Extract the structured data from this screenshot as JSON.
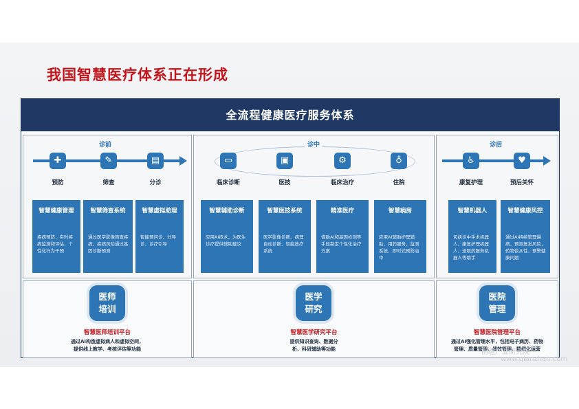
{
  "page_title": "我国智慧医疗体系正在形成",
  "header": "全流程健康医疗服务体系",
  "phases": {
    "pre": "诊前",
    "mid": "诊中",
    "post": "诊后"
  },
  "steps": [
    "预防",
    "筛查",
    "分诊",
    "临床诊断",
    "医技",
    "临床治疗",
    "住院",
    "康复护理",
    "预后关怀"
  ],
  "cards": [
    {
      "title": "智慧健康管理",
      "desc": "疾病预防，实时疾病监测和评估，个性化行为干预"
    },
    {
      "title": "智慧筛查系统",
      "desc": "通过医学影像筛查疾病，疾病风险通过基因诊断预测"
    },
    {
      "title": "智慧虚拟助理",
      "desc": "智能预问诊、分导诊、诊疗引导"
    },
    {
      "title": "智慧辅助诊断",
      "desc": "应用AI技术，为医生诊疗提供辅助建议"
    },
    {
      "title": "智慧医技系统",
      "desc": "医学影像诊断、病理自动诊断、智能放疗系统"
    },
    {
      "title": "精准医疗",
      "desc": "借助AI和基因检测等手段制定个性化治疗方案"
    },
    {
      "title": "智慧病房",
      "desc": "应用AI辅助护理辅助，用药服务，监测系统，即时式预防治中"
    },
    {
      "title": "智慧机器人",
      "desc": "包括诊中手术机器人、康复护理机器人，送取药服务机器人等助手"
    },
    {
      "title": "智慧健康风控",
      "desc": "通过AI持续管理慢病，预测复发风险，药物依从性，预警健康问题"
    }
  ],
  "bottom": [
    {
      "badge_l1": "医师",
      "badge_l2": "培训",
      "platform": "智慧医师培训平台",
      "desc_l1": "通过AI构造虚拟病人和虚拟空间，",
      "desc_l2": "提供线上教学、考核评估等功能"
    },
    {
      "badge_l1": "医学",
      "badge_l2": "研究",
      "platform": "智慧医学研究平台",
      "desc_l1": "提供知识查询、数据分",
      "desc_l2": "析、科研辅助等功能"
    },
    {
      "badge_l1": "医院",
      "badge_l2": "管理",
      "platform": "智慧医院管理平台",
      "desc_l1": "通过AI强化管理水平，包括电子病历、药物",
      "desc_l2": "管理、质量管理、绩效管理、精细化运营"
    }
  ],
  "watermark": {
    "line1": "前瞻产业研究院",
    "line2": "www.qianzhan.com"
  },
  "colors": {
    "navy": "#1f3864",
    "blue": "#2e75b6",
    "red": "#c0161c"
  },
  "icons": [
    "shield-icon",
    "syringe-icon",
    "clipboard-icon",
    "bed-icon",
    "monitor-icon",
    "gears-icon",
    "iv-drip-icon",
    "wheelchair-icon",
    "heart-icon"
  ]
}
